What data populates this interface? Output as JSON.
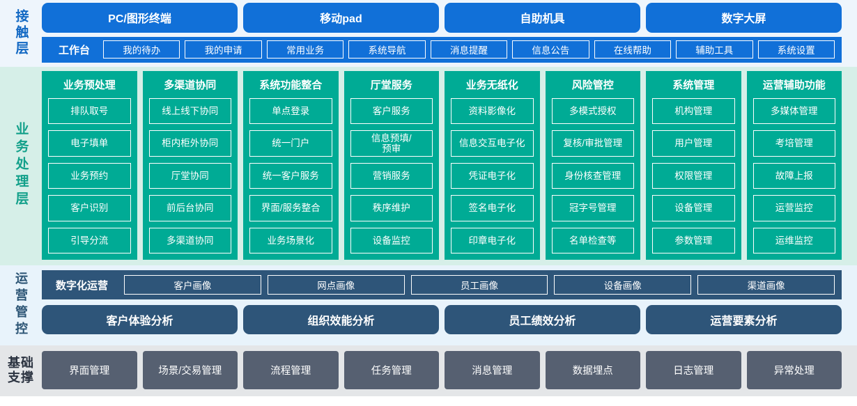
{
  "access_layer": {
    "label": "接触层",
    "terminals": [
      {
        "label": "PC/图形终端"
      },
      {
        "label": "移动pad"
      },
      {
        "label": "自助机具"
      },
      {
        "label": "数字大屏"
      }
    ],
    "workbench": {
      "title": "工作台",
      "items": [
        {
          "label": "我的待办"
        },
        {
          "label": "我的申请"
        },
        {
          "label": "常用业务"
        },
        {
          "label": "系统导航"
        },
        {
          "label": "消息提醒"
        },
        {
          "label": "信息公告"
        },
        {
          "label": "在线帮助"
        },
        {
          "label": "辅助工具"
        },
        {
          "label": "系统设置"
        }
      ]
    }
  },
  "business_layer": {
    "label": "业务处理层",
    "columns": [
      {
        "title": "业务预处理",
        "items": [
          {
            "label": "排队取号"
          },
          {
            "label": "电子填单"
          },
          {
            "label": "业务预约"
          },
          {
            "label": "客户识别"
          },
          {
            "label": "引导分流"
          }
        ]
      },
      {
        "title": "多渠道协同",
        "items": [
          {
            "label": "线上线下协同"
          },
          {
            "label": "柜内柜外协同"
          },
          {
            "label": "厅堂协同"
          },
          {
            "label": "前后台协同"
          },
          {
            "label": "多渠道协同"
          }
        ]
      },
      {
        "title": "系统功能整合",
        "items": [
          {
            "label": "单点登录"
          },
          {
            "label": "统一门户"
          },
          {
            "label": "统一客户服务"
          },
          {
            "label": "界面/服务整合"
          },
          {
            "label": "业务场景化"
          }
        ]
      },
      {
        "title": "厅堂服务",
        "items": [
          {
            "label": "客户服务"
          },
          {
            "label": "信息预填/\n预审"
          },
          {
            "label": "营销服务"
          },
          {
            "label": "秩序维护"
          },
          {
            "label": "设备监控"
          }
        ]
      },
      {
        "title": "业务无纸化",
        "items": [
          {
            "label": "资料影像化"
          },
          {
            "label": "信息交互电子化"
          },
          {
            "label": "凭证电子化"
          },
          {
            "label": "签名电子化"
          },
          {
            "label": "印章电子化"
          }
        ]
      },
      {
        "title": "风险管控",
        "items": [
          {
            "label": "多模式授权"
          },
          {
            "label": "复核/审批管理"
          },
          {
            "label": "身份核查管理"
          },
          {
            "label": "冠字号管理"
          },
          {
            "label": "名单检查等"
          }
        ]
      },
      {
        "title": "系统管理",
        "items": [
          {
            "label": "机构管理"
          },
          {
            "label": "用户管理"
          },
          {
            "label": "权限管理"
          },
          {
            "label": "设备管理"
          },
          {
            "label": "参数管理"
          }
        ]
      },
      {
        "title": "运营辅助功能",
        "items": [
          {
            "label": "多媒体管理"
          },
          {
            "label": "考培管理"
          },
          {
            "label": "故障上报"
          },
          {
            "label": "运营监控"
          },
          {
            "label": "运维监控"
          }
        ]
      }
    ]
  },
  "ops_layer": {
    "label": "运营管控",
    "digital_ops": {
      "title": "数字化运营",
      "items": [
        {
          "label": "客户画像"
        },
        {
          "label": "网点画像"
        },
        {
          "label": "员工画像"
        },
        {
          "label": "设备画像"
        },
        {
          "label": "渠道画像"
        }
      ]
    },
    "analysis": [
      {
        "label": "客户体验分析"
      },
      {
        "label": "组织效能分析"
      },
      {
        "label": "员工绩效分析"
      },
      {
        "label": "运营要素分析"
      }
    ]
  },
  "foundation_layer": {
    "label": "基础支撑",
    "items": [
      {
        "label": "界面管理"
      },
      {
        "label": "场景/交易管理"
      },
      {
        "label": "流程管理"
      },
      {
        "label": "任务管理"
      },
      {
        "label": "消息管理"
      },
      {
        "label": "数据埋点"
      },
      {
        "label": "日志管理"
      },
      {
        "label": "异常处理"
      }
    ]
  },
  "colors": {
    "access_blue": "#1170D8",
    "access_bg": "#eef5fc",
    "business_teal": "#00ab95",
    "business_bg": "#d6efe8",
    "ops_slate": "#2e5579",
    "ops_bg": "#e8f3fb",
    "foundation_gray": "#566071",
    "foundation_bg": "#e4e6e8"
  }
}
